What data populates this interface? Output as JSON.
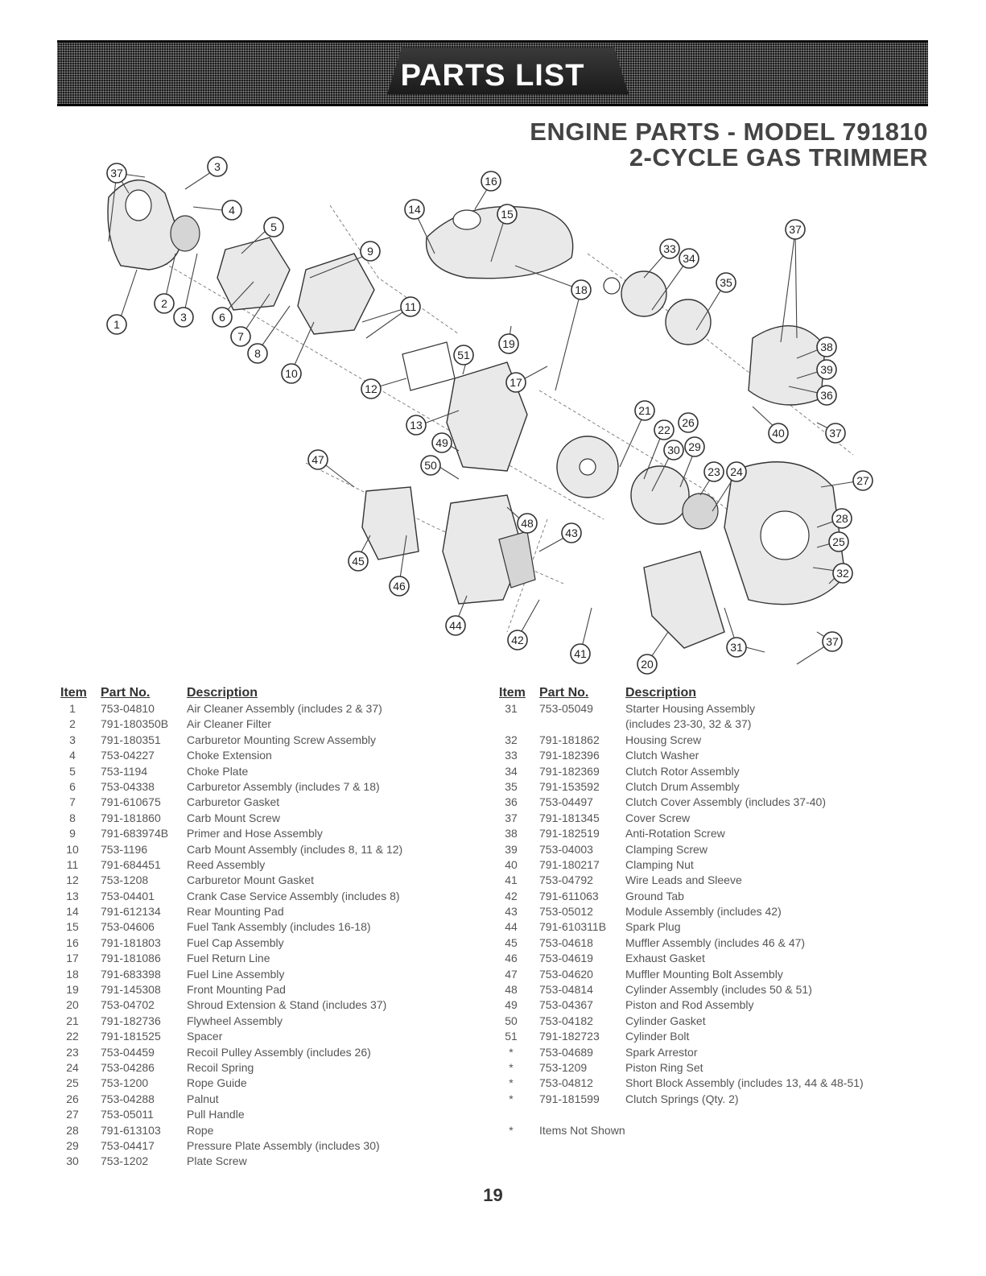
{
  "banner": {
    "title": "PARTS LIST"
  },
  "heading": {
    "line1": "ENGINE PARTS - MODEL 791810",
    "line2": "2-CYCLE GAS TRIMMER"
  },
  "table_headers": {
    "item": "Item",
    "part_no": "Part No.",
    "description": "Description"
  },
  "parts_left": [
    {
      "item": "1",
      "part_no": "753-04810",
      "desc": "Air Cleaner Assembly (includes 2 & 37)"
    },
    {
      "item": "2",
      "part_no": "791-180350B",
      "desc": "Air Cleaner Filter"
    },
    {
      "item": "3",
      "part_no": "791-180351",
      "desc": "Carburetor Mounting Screw Assembly"
    },
    {
      "item": "4",
      "part_no": "753-04227",
      "desc": "Choke Extension"
    },
    {
      "item": "5",
      "part_no": "753-1194",
      "desc": "Choke Plate"
    },
    {
      "item": "6",
      "part_no": "753-04338",
      "desc": "Carburetor Assembly (includes 7 & 18)"
    },
    {
      "item": "7",
      "part_no": "791-610675",
      "desc": "Carburetor Gasket"
    },
    {
      "item": "8",
      "part_no": "791-181860",
      "desc": "Carb Mount Screw"
    },
    {
      "item": "9",
      "part_no": "791-683974B",
      "desc": "Primer and Hose Assembly"
    },
    {
      "item": "10",
      "part_no": "753-1196",
      "desc": "Carb Mount Assembly (includes 8, 11 & 12)"
    },
    {
      "item": "11",
      "part_no": "791-684451",
      "desc": "Reed Assembly"
    },
    {
      "item": "12",
      "part_no": "753-1208",
      "desc": "Carburetor Mount Gasket"
    },
    {
      "item": "13",
      "part_no": "753-04401",
      "desc": "Crank Case Service Assembly (includes 8)"
    },
    {
      "item": "14",
      "part_no": "791-612134",
      "desc": "Rear Mounting Pad"
    },
    {
      "item": "15",
      "part_no": "753-04606",
      "desc": "Fuel Tank Assembly (includes 16-18)"
    },
    {
      "item": "16",
      "part_no": "791-181803",
      "desc": "Fuel Cap Assembly"
    },
    {
      "item": "17",
      "part_no": "791-181086",
      "desc": "Fuel Return Line"
    },
    {
      "item": "18",
      "part_no": "791-683398",
      "desc": "Fuel Line Assembly"
    },
    {
      "item": "19",
      "part_no": "791-145308",
      "desc": "Front Mounting Pad"
    },
    {
      "item": "20",
      "part_no": "753-04702",
      "desc": "Shroud Extension & Stand (includes 37)"
    },
    {
      "item": "21",
      "part_no": "791-182736",
      "desc": "Flywheel Assembly"
    },
    {
      "item": "22",
      "part_no": "791-181525",
      "desc": "Spacer"
    },
    {
      "item": "23",
      "part_no": "753-04459",
      "desc": "Recoil Pulley Assembly (includes 26)"
    },
    {
      "item": "24",
      "part_no": "753-04286",
      "desc": "Recoil Spring"
    },
    {
      "item": "25",
      "part_no": "753-1200",
      "desc": "Rope Guide"
    },
    {
      "item": "26",
      "part_no": "753-04288",
      "desc": "Palnut"
    },
    {
      "item": "27",
      "part_no": "753-05011",
      "desc": "Pull Handle"
    },
    {
      "item": "28",
      "part_no": "791-613103",
      "desc": "Rope"
    },
    {
      "item": "29",
      "part_no": "753-04417",
      "desc": "Pressure Plate Assembly (includes 30)"
    },
    {
      "item": "30",
      "part_no": "753-1202",
      "desc": "Plate Screw"
    }
  ],
  "parts_right": [
    {
      "item": "31",
      "part_no": "753-05049",
      "desc": "Starter Housing Assembly"
    },
    {
      "item": "",
      "part_no": "",
      "desc": "(includes 23-30, 32 & 37)"
    },
    {
      "item": "32",
      "part_no": "791-181862",
      "desc": "Housing Screw"
    },
    {
      "item": "33",
      "part_no": "791-182396",
      "desc": "Clutch Washer"
    },
    {
      "item": "34",
      "part_no": "791-182369",
      "desc": "Clutch Rotor Assembly"
    },
    {
      "item": "35",
      "part_no": "791-153592",
      "desc": "Clutch Drum Assembly"
    },
    {
      "item": "36",
      "part_no": "753-04497",
      "desc": "Clutch Cover Assembly (includes 37-40)"
    },
    {
      "item": "37",
      "part_no": "791-181345",
      "desc": "Cover Screw"
    },
    {
      "item": "38",
      "part_no": "791-182519",
      "desc": "Anti-Rotation Screw"
    },
    {
      "item": "39",
      "part_no": "753-04003",
      "desc": "Clamping Screw"
    },
    {
      "item": "40",
      "part_no": "791-180217",
      "desc": "Clamping Nut"
    },
    {
      "item": "41",
      "part_no": "753-04792",
      "desc": "Wire Leads and Sleeve"
    },
    {
      "item": "42",
      "part_no": "791-611063",
      "desc": "Ground Tab"
    },
    {
      "item": "43",
      "part_no": "753-05012",
      "desc": "Module Assembly (includes 42)"
    },
    {
      "item": "44",
      "part_no": "791-610311B",
      "desc": "Spark Plug"
    },
    {
      "item": "45",
      "part_no": "753-04618",
      "desc": "Muffler Assembly (includes 46 & 47)"
    },
    {
      "item": "46",
      "part_no": "753-04619",
      "desc": "Exhaust Gasket"
    },
    {
      "item": "47",
      "part_no": "753-04620",
      "desc": "Muffler Mounting Bolt Assembly"
    },
    {
      "item": "48",
      "part_no": "753-04814",
      "desc": "Cylinder Assembly (includes 50 & 51)"
    },
    {
      "item": "49",
      "part_no": "753-04367",
      "desc": "Piston and Rod Assembly"
    },
    {
      "item": "50",
      "part_no": "753-04182",
      "desc": "Cylinder Gasket"
    },
    {
      "item": "51",
      "part_no": "791-182723",
      "desc": "Cylinder Bolt"
    },
    {
      "item": "*",
      "part_no": "753-04689",
      "desc": "Spark Arrestor"
    },
    {
      "item": "*",
      "part_no": "753-1209",
      "desc": "Piston Ring Set"
    },
    {
      "item": "*",
      "part_no": "753-04812",
      "desc": "Short Block Assembly (includes 13, 44 & 48-51)"
    },
    {
      "item": "*",
      "part_no": "791-181599",
      "desc": "Clutch Springs (Qty. 2)"
    }
  ],
  "footnote": {
    "mark": "*",
    "text": "Items Not Shown"
  },
  "page_number": "19"
}
